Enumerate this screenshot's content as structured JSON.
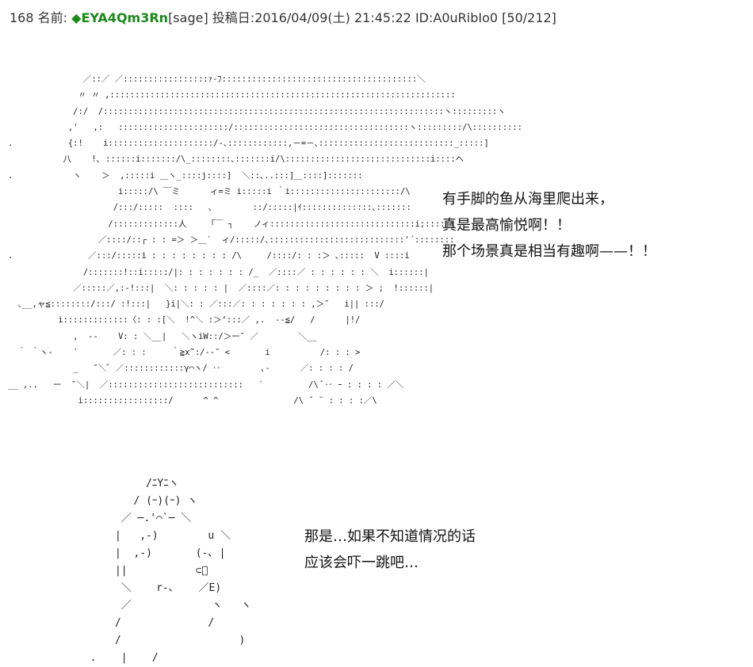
{
  "post": {
    "number": "168",
    "name_label": "名前:",
    "name": "◆EYA4Qm3Rn",
    "mail": "[sage]",
    "date_label": "投稿日:",
    "date": "2016/04/09(土) 21:45:22",
    "id": "ID:A0uRibIo0",
    "count": "[50/212]"
  },
  "art": {
    "figure1": "               ／::／ ／:::::::::::::::::ｧ-ﾌ:::::::::::::::::::::::::::::::::::::::＼\n              〃 〃 ,:::::::::::::::::::::::::::::::::::::::::::::::::::::::::::::::::::::\n             /:/  /::::::::::::::::::::::::::::::::::::::::::::::::::::::::::::::::::::ヽ:::::::::ヽ\n            ,'   ,:   ::::::::::::::::::::::/:::::::::::::::::::::::::::::::::::ヽ:::::::::/\\::::::::::\n.           {:!    i:::::::::::::::::::::/-､::::::::::::,－=－､:::::::::::::::::::::::::::_:::::]\n           八    !､ ::::::i:::::::/\\_::::::::､:::::::i/\\:::::::::::::::::::::::::::::i::::ヘ\n.            ヽ    ＞  ,:::::i ＿ヽ_::::j::::]  ＼::､..:::]＿::::]:::::::\n                      i:::::/\\ ￣ミ      ィ=ミ i:::::i ｀i::::::::::::::::::::::/\\\n                     /:::/:::::  ::::   ､        ::/:::::|ｲ::::::::::::::､:::::::\n                    /:::::::::::::人    「￣ ┐    ノィ:::::::::::::::::::::::::::::i;:::::ﾍ\n                  ／::::/::┌ : : =＞ ＞＿′  ィ/:::::/､:::::::::::::::::::::::::::'´::::::::\n.               ／:::/:::::i : : : : : : : : /\\     /::::/: : :＞ ､:::::  V ::::i\n               /:::::::!::i:::::/|: : : : : : : /_  ／::::／ : : : : : : ＼  i::::::|\n             ／:::::／,:-!:::|  ＼: : : : : |  ／::::／: : : : : : : : : ＞ ;  !::::::|\n  ､__,ャ≦::::::::/:::/ :!:::|   }i|＼: : ／:::／: : : : : : : ,＞″   i|| :::/\n          i:::::::::::::〈: : :[＼  !^＼ :＞‘:::／ ,.  --≦/   /      |!/\n             ,  --    V: : ＼__|   ＼ヽiW::/＞ー″ ／        ＼__\n  ｀ ｀ヽ-    ′       ／: : :     ｀≧x‴:/-‐″ <       i          /: : : >\n             _   ″＼ﾞ ／::::::::::::γ⌒ヽ/ ‥        ､-      ／: : : : /\n__ ,..   ー  ″＼|  ／:::::::::::::::::::::::::::   ′         /\\ ﾞ‥ ｰ : : : : ／＼\n              i:::::::::::::::::/      ^ ^               /\\ ˘ ˘ : : : :／\\",
    "figure2": "           /ﾆYﾆヽ\n         / (ｰ)(ｰ) ヽ\n       ／ ─.'⌒`─ ＼\n      |   ,-)        u ＼\n      |  ,-)       (-､ |\n      ||           ⊂ﾞ\n       ＼    r-､    ／E)\n       ／             ヽ   ヽ\n      /              /\n      /                   )\n  .    |    /"
  },
  "dialog1": {
    "line1": "有手脚的鱼从海里爬出来，",
    "line2": "真是最高愉悦啊！！",
    "line3": "那个场景真是相当有趣啊——！！"
  },
  "dialog2": {
    "line1": "那是…如果不知道情况的话",
    "line2": "应该会吓一跳吧…"
  }
}
